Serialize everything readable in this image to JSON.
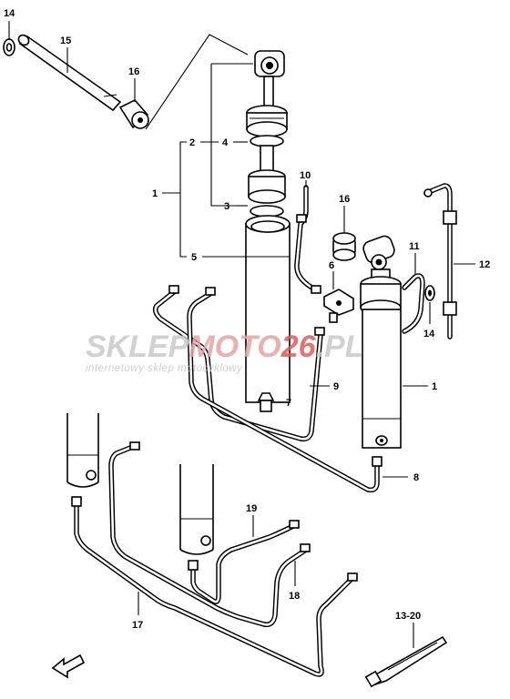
{
  "diagram": {
    "callouts": [
      {
        "id": "14a",
        "text": "14"
      },
      {
        "id": "15",
        "text": "15"
      },
      {
        "id": "16a",
        "text": "16"
      },
      {
        "id": "2",
        "text": "2"
      },
      {
        "id": "4",
        "text": "4"
      },
      {
        "id": "1a",
        "text": "1"
      },
      {
        "id": "3",
        "text": "3"
      },
      {
        "id": "5",
        "text": "5"
      },
      {
        "id": "10",
        "text": "10"
      },
      {
        "id": "16b",
        "text": "16"
      },
      {
        "id": "11",
        "text": "11"
      },
      {
        "id": "12",
        "text": "12"
      },
      {
        "id": "6",
        "text": "6"
      },
      {
        "id": "14b",
        "text": "14"
      },
      {
        "id": "1b",
        "text": "1"
      },
      {
        "id": "9",
        "text": "9"
      },
      {
        "id": "7",
        "text": "7"
      },
      {
        "id": "8",
        "text": "8"
      },
      {
        "id": "19",
        "text": "19"
      },
      {
        "id": "18",
        "text": "18"
      },
      {
        "id": "17",
        "text": "17"
      },
      {
        "id": "13-20",
        "text": "13-20"
      }
    ]
  },
  "watermark": {
    "part1": "SKLEP",
    "part2": "MOTO",
    "part3": "26",
    "part4": ".PL",
    "tagline": "internetowy sklep motocyklowy",
    "colors": {
      "grey": "#c9c9c9",
      "red": "#e8a3a3",
      "badge": "#e35a5a"
    }
  }
}
